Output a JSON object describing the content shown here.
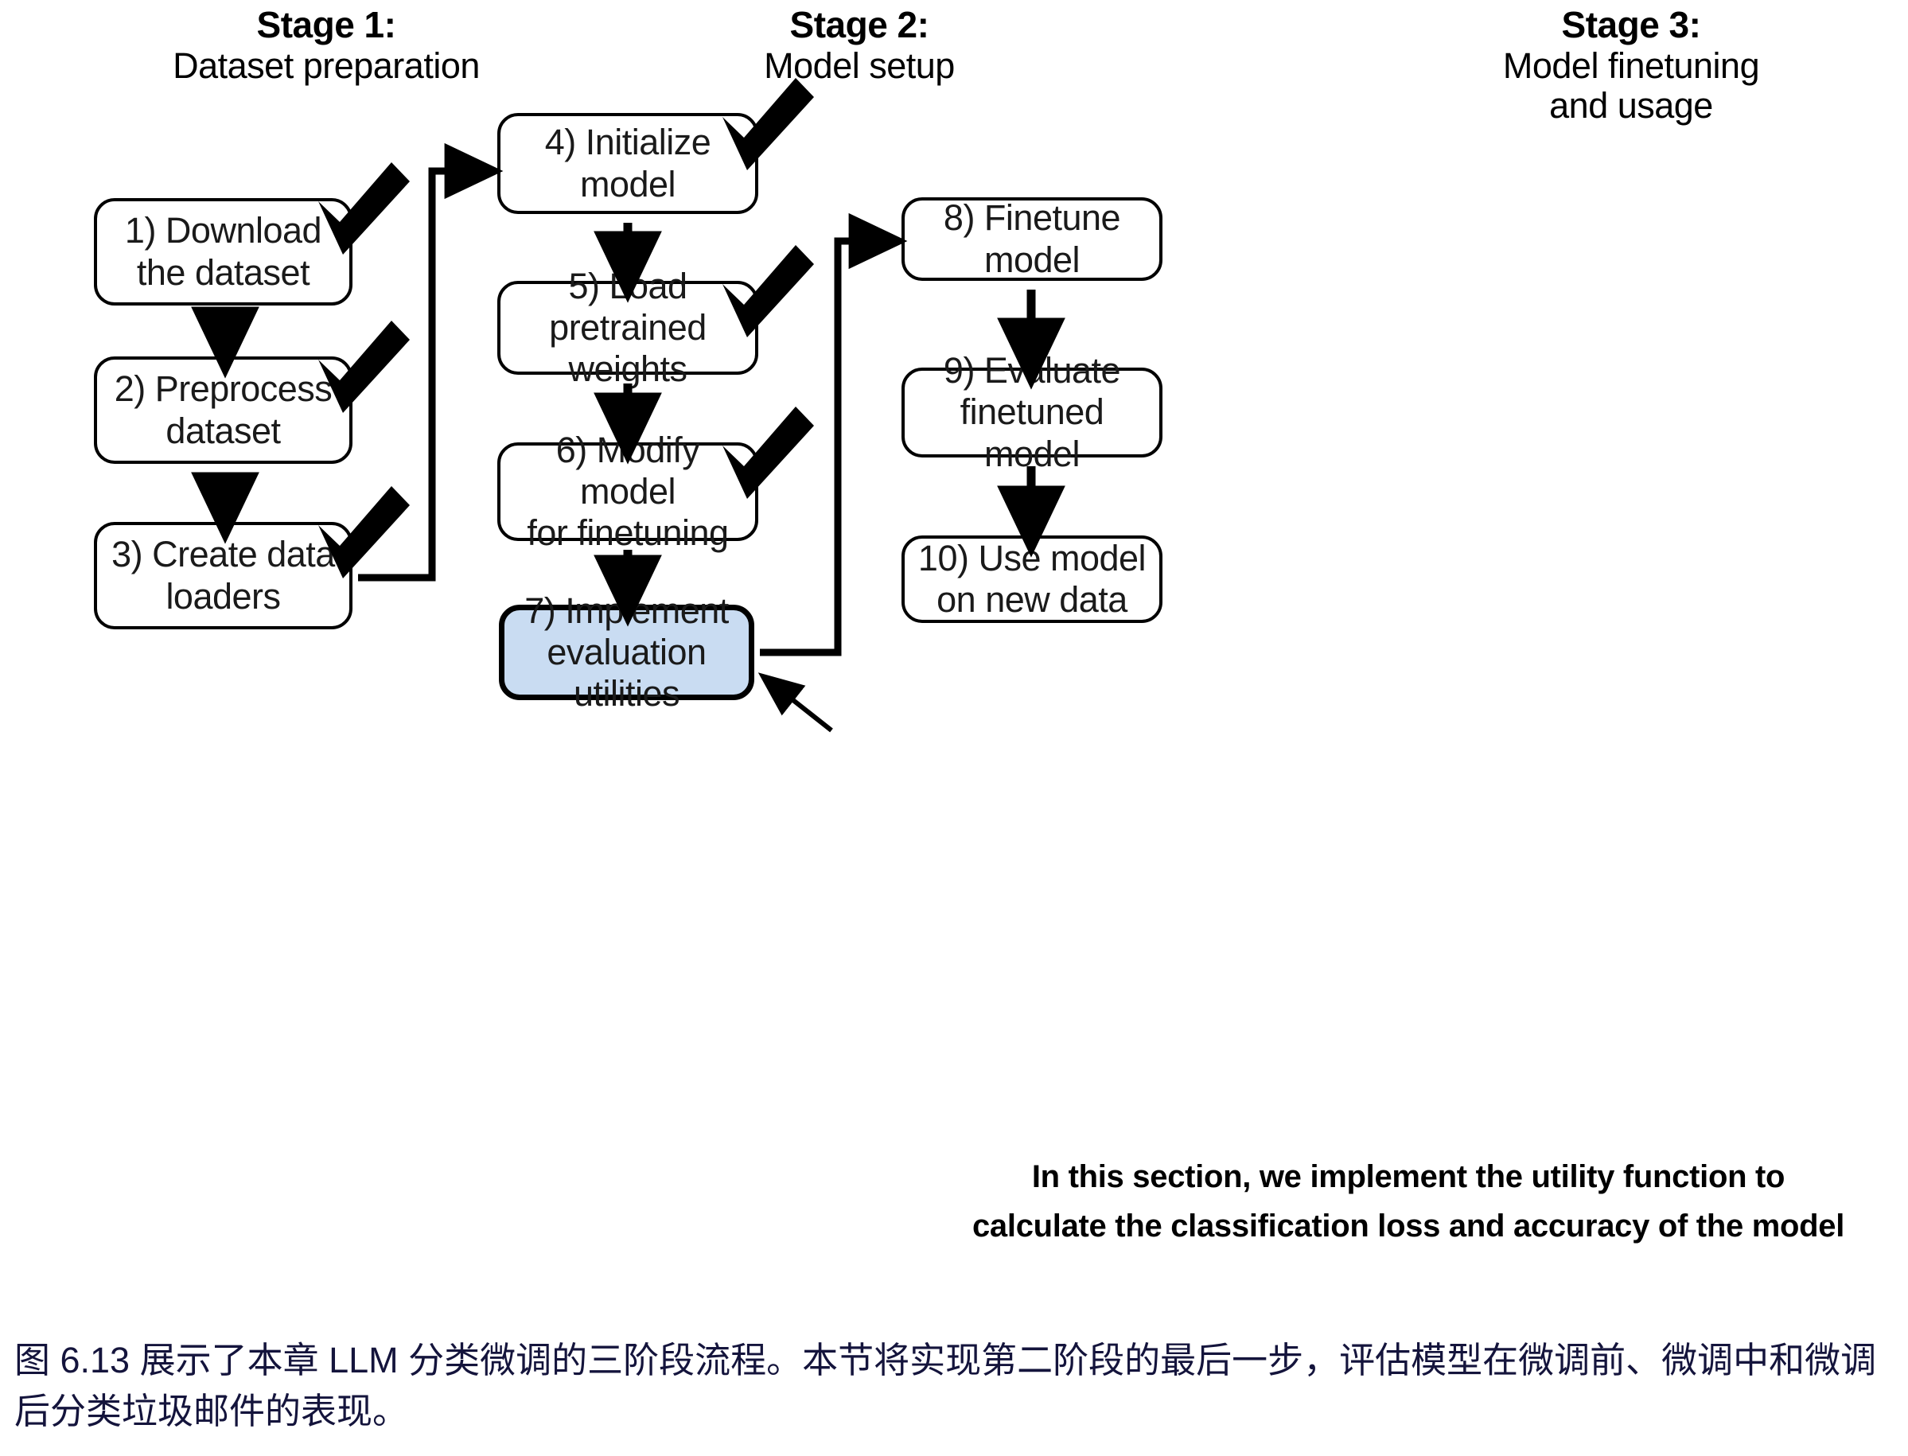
{
  "figure": {
    "stages": [
      {
        "id": "stage-1",
        "title": "Stage 1:",
        "subtitle": "Dataset preparation",
        "steps": [
          {
            "id": "box-1",
            "label": "1) Download\nthe dataset",
            "done": true,
            "highlight": false
          },
          {
            "id": "box-2",
            "label": "2) Preprocess\ndataset",
            "done": true,
            "highlight": false
          },
          {
            "id": "box-3",
            "label": "3) Create data\nloaders",
            "done": true,
            "highlight": false
          }
        ]
      },
      {
        "id": "stage-2",
        "title": "Stage 2:",
        "subtitle": "Model setup",
        "steps": [
          {
            "id": "box-4",
            "label": "4) Initialize\nmodel",
            "done": true,
            "highlight": false
          },
          {
            "id": "box-5",
            "label": "5) Load pretrained\nweights",
            "done": true,
            "highlight": false
          },
          {
            "id": "box-6",
            "label": "6) Modify model\nfor finetuning",
            "done": true,
            "highlight": false
          },
          {
            "id": "box-7",
            "label": "7) Implement\nevaluation utilities",
            "done": false,
            "highlight": true
          }
        ]
      },
      {
        "id": "stage-3",
        "title": "Stage 3:",
        "subtitle": "Model finetuning\nand usage",
        "steps": [
          {
            "id": "box-8",
            "label": "8) Finetune model",
            "done": false,
            "highlight": false
          },
          {
            "id": "box-9",
            "label": "9) Evaluate\nfinetuned model",
            "done": false,
            "highlight": false
          },
          {
            "id": "box-10",
            "label": "10) Use model\non new data",
            "done": false,
            "highlight": false
          }
        ]
      }
    ],
    "annotation": {
      "text": "In this section, we implement the utility function to\ncalculate the classification loss and accuracy of the model",
      "points_to": "box-7"
    },
    "caption": "图 6.13 展示了本章 LLM 分类微调的三阶段流程。本节将实现第二阶段的最后一步，评估模型在微调前、微调中和微调后分类垃圾邮件的表现。",
    "colors": {
      "highlight_fill": "#c9dcf2",
      "stroke": "#000000",
      "caption_text": "#14143c",
      "box_fill": "#ffffff"
    },
    "icons": {
      "checkmark": "check-icon",
      "arrow": "arrow-icon"
    }
  }
}
